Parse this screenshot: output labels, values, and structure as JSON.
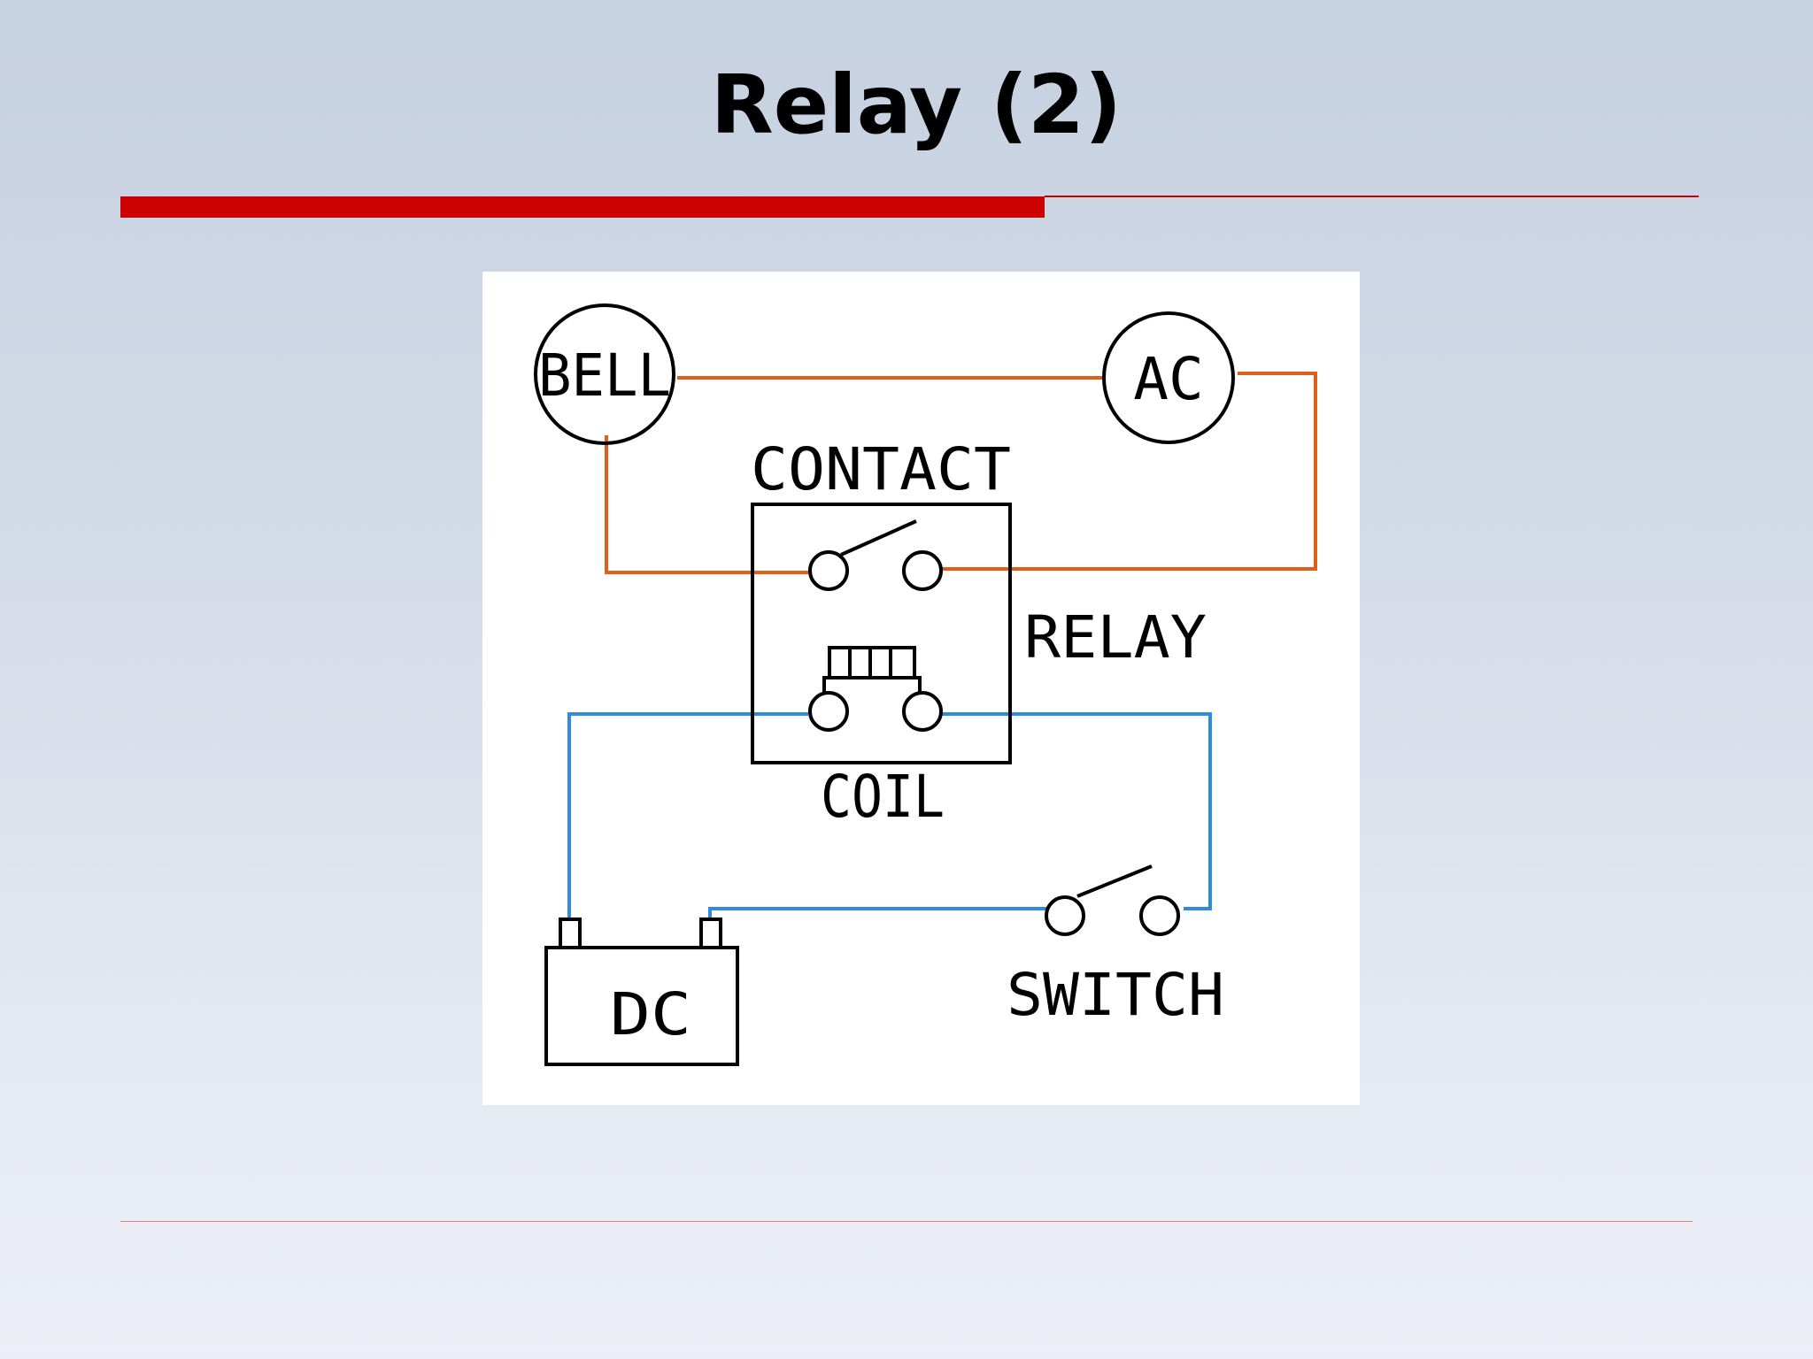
{
  "slide": {
    "title": "Relay (2)"
  },
  "diagram": {
    "labels": {
      "bell": "BELL",
      "ac": "AC",
      "contact": "CONTACT",
      "relay": "RELAY",
      "coil": "COIL",
      "dc": "DC",
      "switch": "SWITCH"
    },
    "wire_colors": {
      "ac_circuit": "#e0601a",
      "dc_circuit": "#2f8ae0"
    }
  }
}
